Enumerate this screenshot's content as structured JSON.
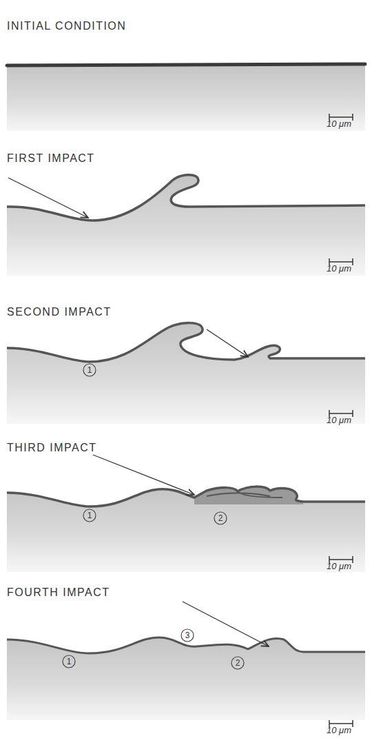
{
  "diagram": {
    "labels": [
      "INITIAL CONDITION",
      "10 μm",
      "FIRST IMPACT",
      "10 μm",
      "SECOND IMPACT",
      "1",
      "10 μm",
      "THIRD IMPACT",
      "1",
      "2",
      "10 μm",
      "FOURTH IMPACT",
      "1",
      "3",
      "2",
      "10 μm"
    ]
  }
}
